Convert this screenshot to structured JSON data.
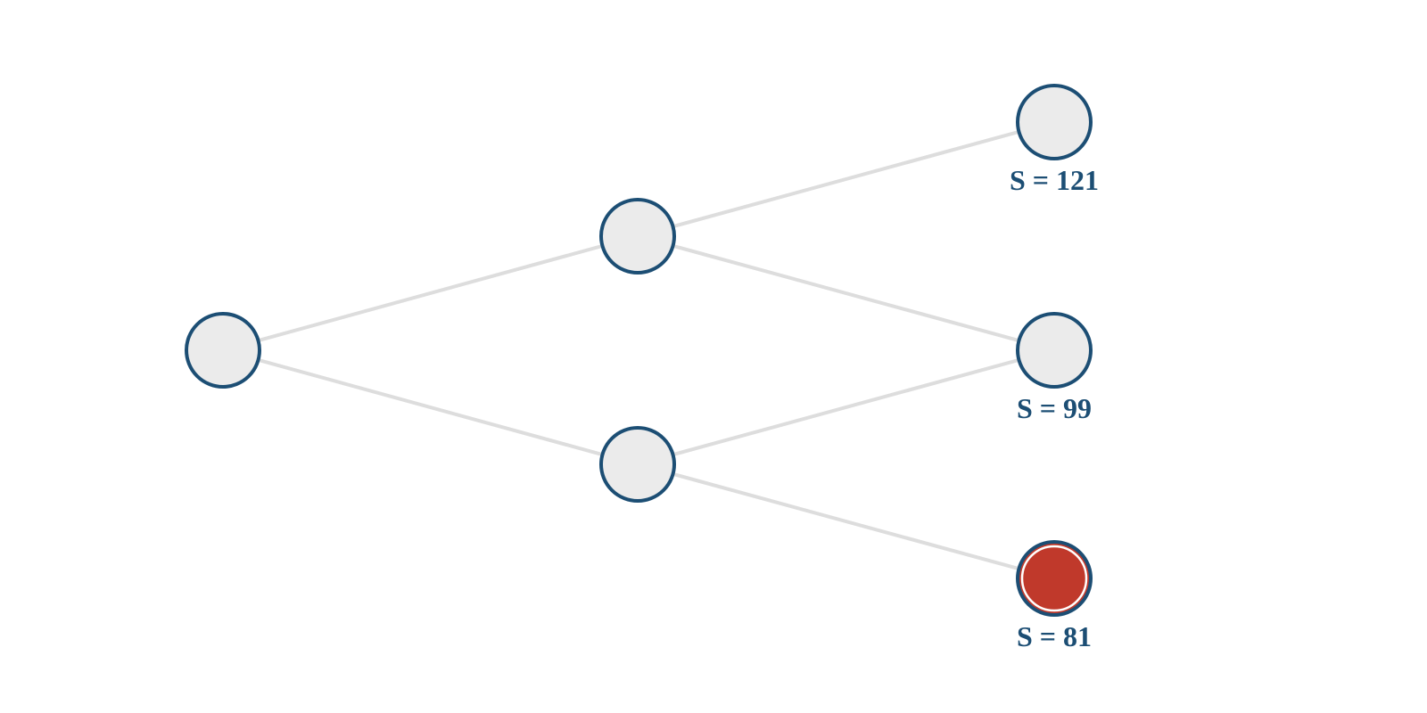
{
  "colors": {
    "node_fill": "#ebebeb",
    "node_stroke": "#1c4e74",
    "edge": "#dddddd",
    "highlight_fill": "#c0392b",
    "highlight_ring": "#ffffff",
    "label": "#1c4e74"
  },
  "nodes": [
    {
      "id": "root"
    },
    {
      "id": "up"
    },
    {
      "id": "down"
    },
    {
      "id": "up-up",
      "label": "S = 121"
    },
    {
      "id": "up-down",
      "label": "S = 99"
    },
    {
      "id": "down-down",
      "label": "S = 81",
      "highlighted": true
    }
  ],
  "edges": [
    {
      "from": "root",
      "to": "up"
    },
    {
      "from": "root",
      "to": "down"
    },
    {
      "from": "up",
      "to": "up-up"
    },
    {
      "from": "up",
      "to": "up-down"
    },
    {
      "from": "down",
      "to": "up-down"
    },
    {
      "from": "down",
      "to": "down-down"
    }
  ]
}
